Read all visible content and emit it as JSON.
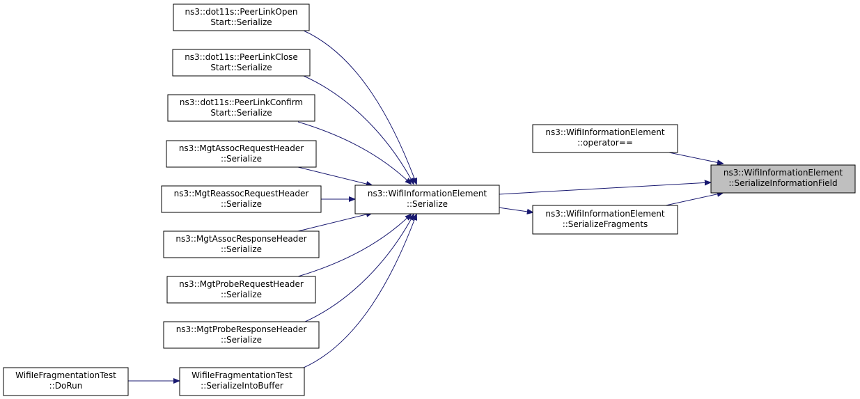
{
  "nodes": {
    "peerlink_open": [
      "ns3::dot11s::PeerLinkOpen",
      "Start::Serialize"
    ],
    "peerlink_close": [
      "ns3::dot11s::PeerLinkClose",
      "Start::Serialize"
    ],
    "peerlink_confirm": [
      "ns3::dot11s::PeerLinkConfirm",
      "Start::Serialize"
    ],
    "mgt_assoc_request": [
      "ns3::MgtAssocRequestHeader",
      "::Serialize"
    ],
    "mgt_reassoc_request": [
      "ns3::MgtReassocRequestHeader",
      "::Serialize"
    ],
    "mgt_assoc_response": [
      "ns3::MgtAssocResponseHeader",
      "::Serialize"
    ],
    "mgt_probe_request": [
      "ns3::MgtProbeRequestHeader",
      "::Serialize"
    ],
    "mgt_probe_response": [
      "ns3::MgtProbeResponseHeader",
      "::Serialize"
    ],
    "fragmentation_serialize_into_buffer": [
      "WifiIeFragmentationTest",
      "::SerializeIntoBuffer"
    ],
    "fragmentation_do_run": [
      "WifiIeFragmentationTest",
      "::DoRun"
    ],
    "wie_serialize": [
      "ns3::WifiInformationElement",
      "::Serialize"
    ],
    "wie_operator_eq": [
      "ns3::WifiInformationElement",
      "::operator=="
    ],
    "wie_serialize_fragments": [
      "ns3::WifiInformationElement",
      "::SerializeFragments"
    ],
    "wie_serialize_information_field": [
      "ns3::WifiInformationElement",
      "::SerializeInformationField"
    ]
  },
  "edges": [
    [
      "peerlink_open",
      "wie_serialize"
    ],
    [
      "peerlink_close",
      "wie_serialize"
    ],
    [
      "peerlink_confirm",
      "wie_serialize"
    ],
    [
      "mgt_assoc_request",
      "wie_serialize"
    ],
    [
      "mgt_reassoc_request",
      "wie_serialize"
    ],
    [
      "mgt_assoc_response",
      "wie_serialize"
    ],
    [
      "mgt_probe_request",
      "wie_serialize"
    ],
    [
      "mgt_probe_response",
      "wie_serialize"
    ],
    [
      "fragmentation_serialize_into_buffer",
      "wie_serialize"
    ],
    [
      "fragmentation_do_run",
      "fragmentation_serialize_into_buffer"
    ],
    [
      "wie_serialize",
      "wie_serialize_fragments"
    ],
    [
      "wie_serialize",
      "wie_serialize_information_field"
    ],
    [
      "wie_operator_eq",
      "wie_serialize_information_field"
    ],
    [
      "wie_serialize_fragments",
      "wie_serialize_information_field"
    ]
  ],
  "focus_node": "wie_serialize_information_field",
  "colors": {
    "edge": "#191970",
    "node_border": "#000000",
    "node_fill": "#ffffff",
    "focus_fill": "#bfbfbf"
  }
}
